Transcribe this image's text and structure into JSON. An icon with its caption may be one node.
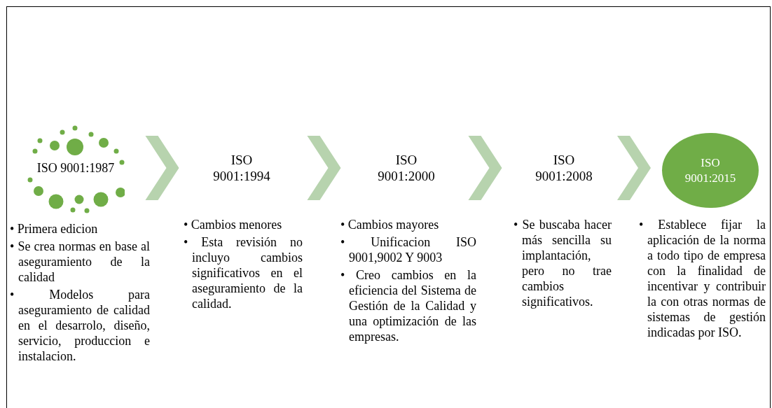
{
  "diagram": {
    "nodes": [
      {
        "text": [
          "ISO 9001:1987"
        ],
        "beside": [
          "• Primera edicion",
          "• Se crea normas en base al aseguramiento de la calidad",
          "• Modelos para aseguramiento de calidad en el desarrolo, diseño, servicio, produccion e instalacion."
        ]
      },
      {
        "text": [
          "ISO 9001:1994"
        ],
        "beside": [
          "• Cambios menores",
          "• Esta revisión no incluyo cambios significativos en el aseguramiento de la calidad."
        ]
      },
      {
        "text": [
          "ISO 9001:2000"
        ],
        "beside": [
          "• Cambios mayores",
          "• Unificacion ISO 9001,9002 Y 9003",
          "• Creo cambios en la eficiencia del Sistema de Gestión de la Calidad y una optimización de las empresas."
        ]
      },
      {
        "text": [
          "ISO 9001:2008"
        ],
        "beside": [
          "• Se buscaba hacer más sencilla su implantación, pero no trae cambios significativos."
        ]
      },
      {
        "text": [
          "ISO 9001:2015"
        ],
        "beside": [
          "• Establece fijar la aplicación de la norma a todo tipo de empresa con la finalidad de incentivar y contribuir la con otras normas de sistemas de gestión indicadas por ISO."
        ]
      }
    ],
    "edges": [
      {
        "from": 0,
        "to": 1,
        "arrow": "to"
      },
      {
        "from": 1,
        "to": 2,
        "arrow": "to"
      },
      {
        "from": 2,
        "to": 3,
        "arrow": "to"
      },
      {
        "from": 3,
        "to": 4,
        "arrow": "to"
      }
    ]
  }
}
